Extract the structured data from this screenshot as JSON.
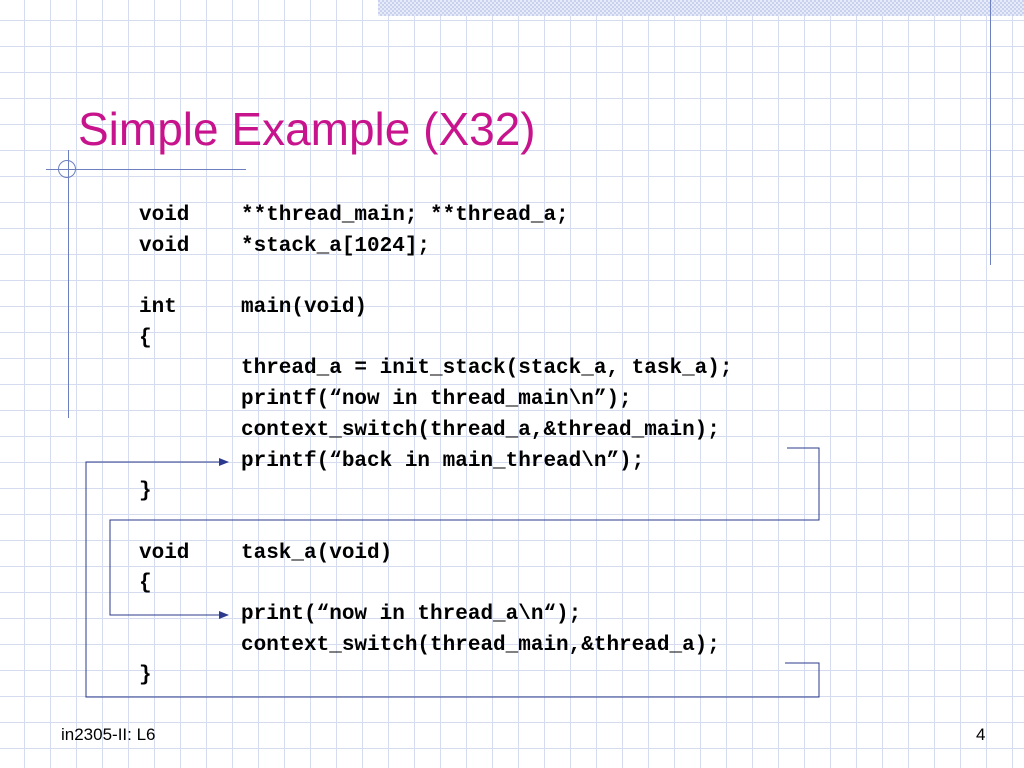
{
  "slide": {
    "title": "Simple Example (X32)",
    "code": {
      "l1": {
        "kw": "void",
        "rest": "**thread_main; **thread_a;"
      },
      "l2": {
        "kw": "void",
        "rest": "*stack_a[1024];"
      },
      "l3": {
        "kw": "",
        "rest": ""
      },
      "l4": {
        "kw": "int",
        "rest": "main(void)"
      },
      "l5": {
        "kw": "{",
        "rest": ""
      },
      "l6": {
        "kw": "",
        "rest": "thread_a = init_stack(stack_a, task_a);"
      },
      "l7": {
        "kw": "",
        "rest": "printf(“now in thread_main\\n”);"
      },
      "l8": {
        "kw": "",
        "rest": "context_switch(thread_a,&thread_main);"
      },
      "l9": {
        "kw": "",
        "rest": "printf(“back in main_thread\\n”);"
      },
      "l10": {
        "kw": "}",
        "rest": ""
      },
      "l11": {
        "kw": "",
        "rest": ""
      },
      "l12": {
        "kw": "void",
        "rest": "task_a(void)"
      },
      "l13": {
        "kw": "{",
        "rest": ""
      },
      "l14": {
        "kw": "",
        "rest": "print(“now in thread_a\\n“);"
      },
      "l15": {
        "kw": "",
        "rest": "context_switch(thread_main,&thread_a);"
      },
      "l16": {
        "kw": "}",
        "rest": ""
      }
    },
    "footer": {
      "course": "in2305-II: L6",
      "page_number": "4"
    }
  },
  "colors": {
    "title": "#c8148c",
    "grid": "#d6dcef",
    "accent_line": "#6d7fbf",
    "arrow": "#2b3a8c",
    "code_text": "#000000"
  }
}
